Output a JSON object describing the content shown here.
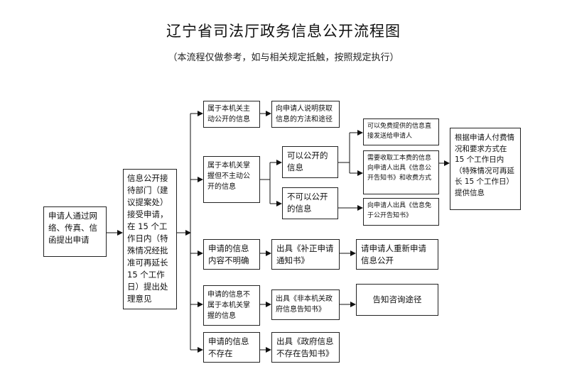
{
  "title": "辽宁省司法厅政务信息公开流程图",
  "subtitle": "（本流程仅做参考，如与相关规定抵触，按照规定执行）",
  "nodes": {
    "applicant": "申请人通过网络、传真、信函提出申请",
    "reception": "信息公开接待部门（建议提案处）接受申请，在 15 个工作日内（特殊情况经批准可再延长 15 个工作日）提出处理意见",
    "proactive": "属于本机关主动公开的信息",
    "explain_method": "向申请人说明获取信息的方法和途径",
    "non_proactive": "属于本机关掌握但不主动公开的信息",
    "can_disclose": "可以公开的信息",
    "free_provide": "可以免费提供的信息直接发送给申请人",
    "fee_required": "需要收取工本费的信息向申请人出具《信息公开告知书》和收费方式",
    "cannot_disclose": "不可以公开的信息",
    "exempt_notice": "向申请人出具《信息免于公开告知书》",
    "unclear": "申请的信息内容不明确",
    "correction_notice": "出具《补正申请通知书》",
    "reapply": "请申请人重新申请信息公开",
    "not_this_agency": "申请的信息不属于本机关掌握的信息",
    "non_agency_notice": "出具《非本机关政府信息告知书》",
    "inform_channel": "告知咨询途径",
    "not_exist": "申请的信息不存在",
    "not_exist_notice": "出具《政府信息不存在告知书》",
    "provide_final": "根据申请人付费情况和要求方式在 15 个工作日内（特殊情况可再延长 15 个工作日）提供信息"
  }
}
